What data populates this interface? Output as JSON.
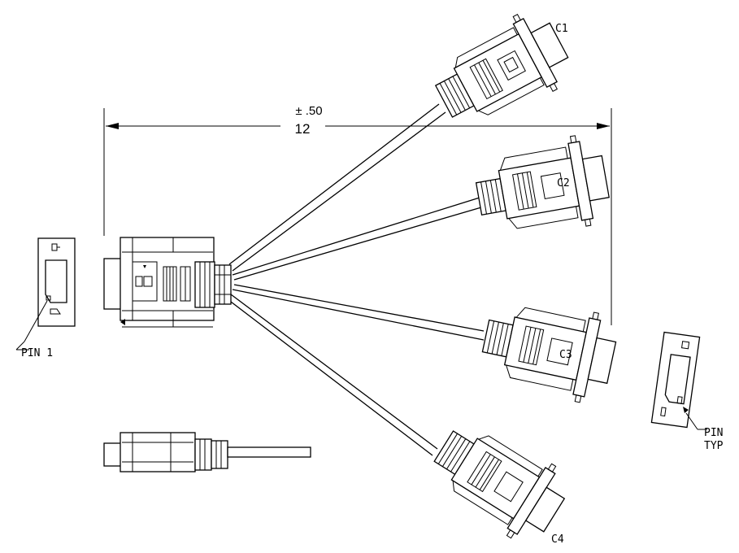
{
  "dimension": {
    "tolerance": "± .50",
    "length": "12"
  },
  "labels": {
    "pin1": "PIN 1",
    "pin_typ_line1": "PIN",
    "pin_typ_line2": "TYP"
  },
  "connectors": [
    {
      "id": "c1",
      "label": "C1"
    },
    {
      "id": "c2",
      "label": "C2"
    },
    {
      "id": "c3",
      "label": "C3"
    },
    {
      "id": "c4",
      "label": "C4"
    }
  ]
}
